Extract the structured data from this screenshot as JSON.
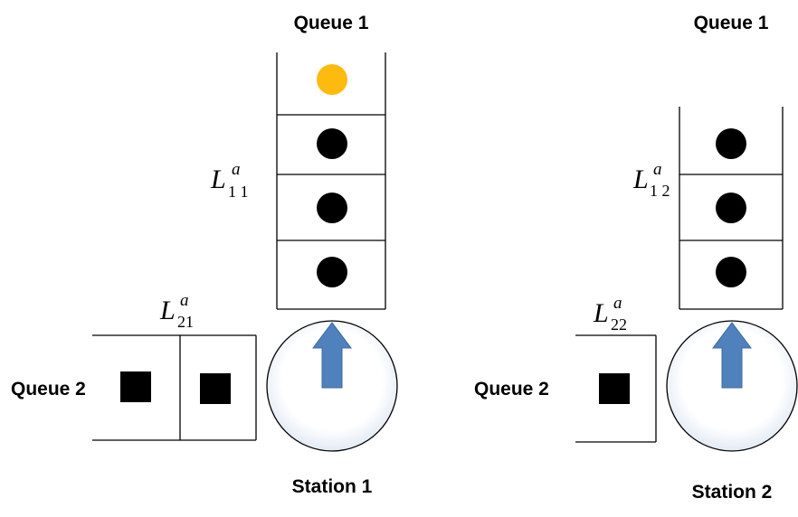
{
  "station_1": {
    "queue_1_label": "Queue 1",
    "queue_2_label": "Queue 2",
    "station_label": "Station 1",
    "queue_1_length_var": "L",
    "queue_1_length_sup": "a",
    "queue_1_length_sub": "1 1",
    "queue_2_length_var": "L",
    "queue_2_length_sup": "a",
    "queue_2_length_sub": "21",
    "queue_1_customers": [
      "highlighted",
      "regular",
      "regular",
      "regular"
    ],
    "queue_2_customers": 2
  },
  "station_2": {
    "queue_1_label": "Queue 1",
    "queue_2_label": "Queue 2",
    "station_label": "Station 2",
    "queue_1_length_var": "L",
    "queue_1_length_sup": "a",
    "queue_1_length_sub": "1 2",
    "queue_2_length_var": "L",
    "queue_2_length_sup": "a",
    "queue_2_length_sub": "22",
    "queue_1_customers": [
      "regular",
      "regular",
      "regular"
    ],
    "queue_2_customers": 1
  },
  "colors": {
    "highlight_customer": "#FDBA0F",
    "regular_customer": "#000000",
    "arrow": "#4F81BD",
    "arrow_border": "#3B6A9E",
    "server_fill_edge": "#E3EAF5"
  }
}
